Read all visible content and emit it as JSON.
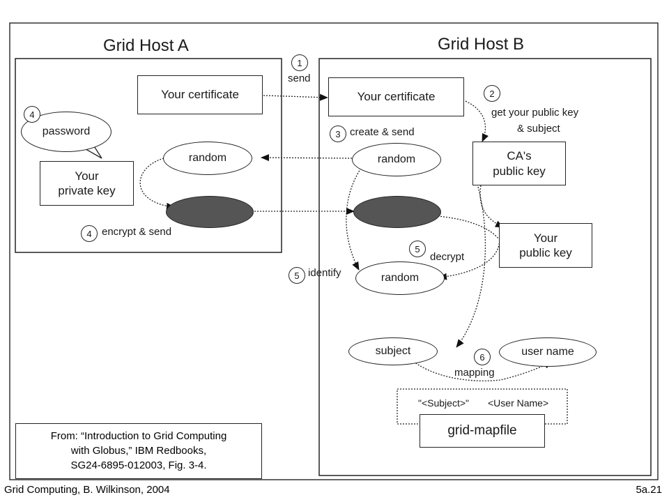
{
  "host_a": {
    "title": "Grid Host A"
  },
  "host_b": {
    "title": "Grid Host B"
  },
  "steps": {
    "s1": {
      "num": "1",
      "label": "send"
    },
    "s2": {
      "num": "2",
      "label_line1": "get your public key",
      "label_line2": "& subject"
    },
    "s3": {
      "num": "3",
      "label": "create & send"
    },
    "s4a": {
      "num": "4"
    },
    "s4b": {
      "num": "4",
      "label": "encrypt & send"
    },
    "s5a": {
      "num": "5",
      "label": "decrypt"
    },
    "s5b": {
      "num": "5",
      "label": "identify"
    },
    "s6": {
      "num": "6",
      "label": "mapping"
    }
  },
  "nodes": {
    "cert_a": "Your certificate",
    "cert_b": "Your certificate",
    "password": "password",
    "private_key_line1": "Your",
    "private_key_line2": "private key",
    "random_a": "random",
    "random_b": "random",
    "random_c": "random",
    "ca_line1": "CA's",
    "ca_line2": "public key",
    "pubkey_line1": "Your",
    "pubkey_line2": "public key",
    "subject": "subject",
    "user_name": "user name",
    "gridmap_entry_subject": "\"<Subject>\"",
    "gridmap_entry_user": "<User Name>",
    "gridmap_title": "grid-mapfile"
  },
  "citation": {
    "line1": "From: “Introduction to Grid Computing",
    "line2": "with Globus,” IBM Redbooks,",
    "line3": "SG24-6895-012003, Fig. 3-4."
  },
  "footer": {
    "left": "Grid Computing, B. Wilkinson, 2004",
    "right": "5a.21"
  }
}
